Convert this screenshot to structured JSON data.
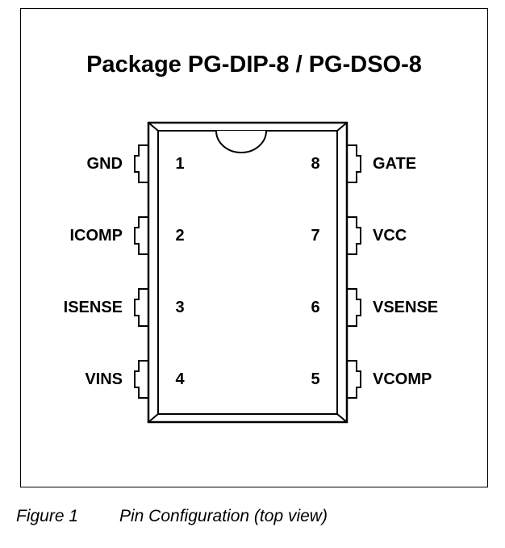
{
  "title": "Package PG-DIP-8 / PG-DSO-8",
  "pins": {
    "left": [
      {
        "number": "1",
        "name": "GND"
      },
      {
        "number": "2",
        "name": "ICOMP"
      },
      {
        "number": "3",
        "name": "ISENSE"
      },
      {
        "number": "4",
        "name": "VINS"
      }
    ],
    "right": [
      {
        "number": "8",
        "name": "GATE"
      },
      {
        "number": "7",
        "name": "VCC"
      },
      {
        "number": "6",
        "name": "VSENSE"
      },
      {
        "number": "5",
        "name": "VCOMP"
      }
    ]
  },
  "caption": {
    "figure_number": "Figure 1",
    "text": "Pin Configuration (top view)"
  }
}
